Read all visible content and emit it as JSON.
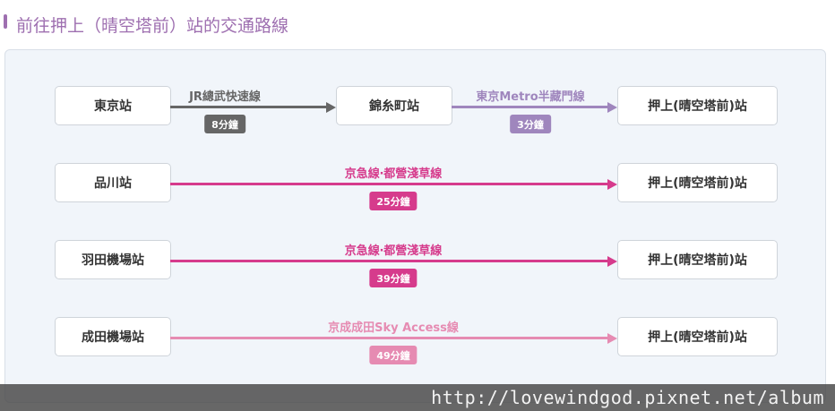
{
  "heading": {
    "title": "前往押上（晴空塔前）站的交通路線"
  },
  "routes": [
    {
      "origin": "東京站",
      "transfer": "錦糸町站",
      "destination": "押上(晴空塔前)站",
      "legs": [
        {
          "line": "JR總武快速線",
          "time": "8分鐘",
          "color": "#666666"
        },
        {
          "line": "東京Metro半藏門線",
          "time": "3分鐘",
          "color": "#9f86bd"
        }
      ]
    },
    {
      "origin": "品川站",
      "destination": "押上(晴空塔前)站",
      "legs": [
        {
          "line": "京急線‧都營淺草線",
          "time": "25分鐘",
          "color": "#d63b8c"
        }
      ]
    },
    {
      "origin": "羽田機場站",
      "destination": "押上(晴空塔前)站",
      "legs": [
        {
          "line": "京急線‧都營淺草線",
          "time": "39分鐘",
          "color": "#d63b8c"
        }
      ]
    },
    {
      "origin": "成田機場站",
      "destination": "押上(晴空塔前)站",
      "legs": [
        {
          "line": "京成成田Sky Access線",
          "time": "49分鐘",
          "color": "#e68bb2"
        }
      ]
    }
  ],
  "watermark": {
    "text": "http://lovewindgod.pixnet.net/album"
  }
}
